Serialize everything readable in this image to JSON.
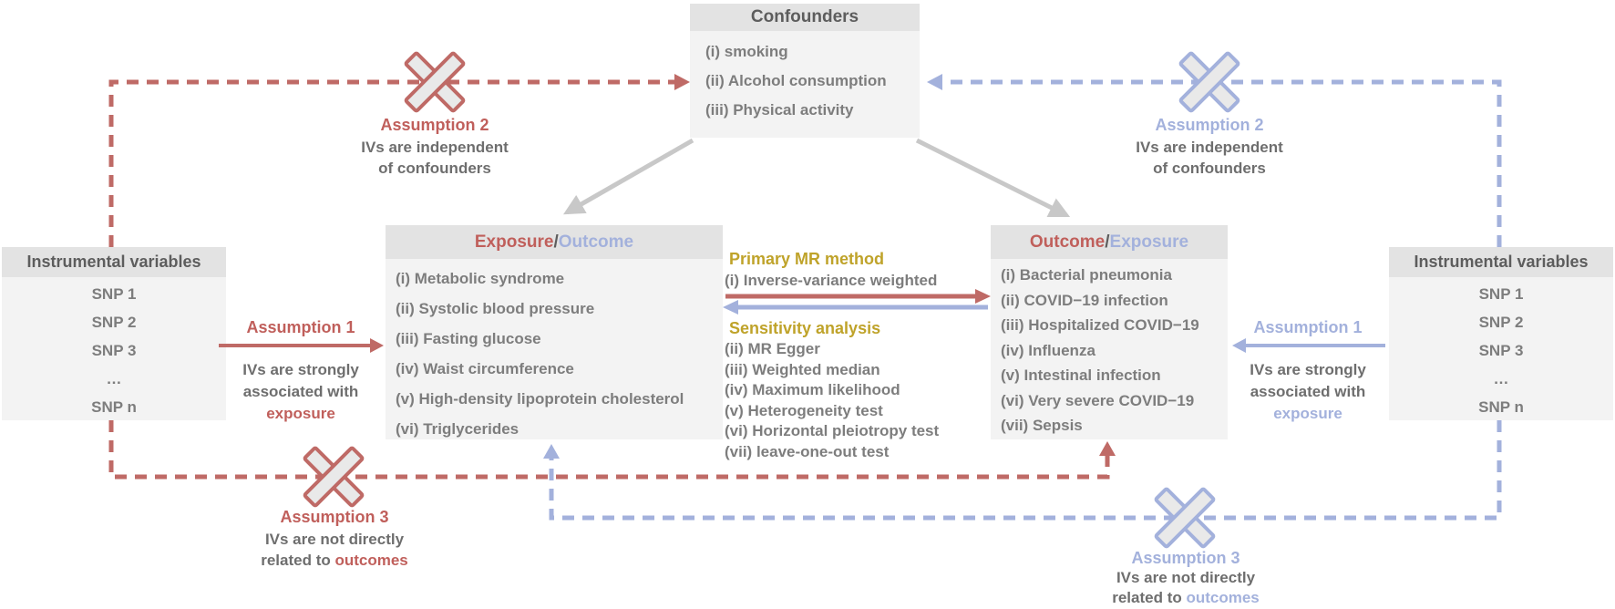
{
  "colors": {
    "red_line": "#bf6a66",
    "red_text": "#c05f5b",
    "blue": "#a3b1dc",
    "olive": "#bfa32a",
    "item_gray": "#7d7d7d",
    "header_gray": "#5d5d5d",
    "box_bg": "#f3f3f3",
    "header_bg": "#e3e3e3",
    "gray_arrow": "#c8c8c8"
  },
  "confounders": {
    "title": "Confounders",
    "items": [
      "(i) smoking",
      "(ii) Alcohol consumption",
      "(iii) Physical activity"
    ]
  },
  "iv_left": {
    "title": "Instrumental variables",
    "items": [
      "SNP 1",
      "SNP 2",
      "SNP 3",
      "…",
      "SNP n"
    ]
  },
  "iv_right": {
    "title": "Instrumental variables",
    "items": [
      "SNP 1",
      "SNP 2",
      "SNP 3",
      "…",
      "SNP n"
    ]
  },
  "exposure_box": {
    "title_left": "Exposure",
    "separator": " / ",
    "title_right": "Outcome",
    "items": [
      "(i) Metabolic syndrome",
      "(ii) Systolic blood pressure",
      "(iii) Fasting glucose",
      "(iv) Waist circumference",
      "(v) High-density lipoprotein cholesterol",
      "(vi) Triglycerides"
    ]
  },
  "outcome_box": {
    "title_left": "Outcome",
    "separator": " / ",
    "title_right": "Exposure",
    "items": [
      "(i) Bacterial pneumonia",
      "(ii) COVID−19 infection",
      "(iii) Hospitalized COVID−19",
      "(iv) Influenza",
      "(v) Intestinal infection",
      "(vi) Very severe COVID−19",
      "(vii) Sepsis"
    ]
  },
  "mr": {
    "primary_title": "Primary MR method",
    "primary_item": "(i) Inverse-variance weighted",
    "sensitivity_title": "Sensitivity analysis",
    "sensitivity_items": [
      "(ii)  MR Egger",
      "(iii) Weighted median",
      "(iv) Maximum likelihood",
      "(v) Heterogeneity test",
      "(vi) Horizontal pleiotropy test",
      "(vii) leave-one-out test"
    ]
  },
  "assumption1_left": {
    "title": "Assumption 1",
    "line1": "IVs are strongly",
    "line2": "associated with",
    "highlight": "exposure"
  },
  "assumption1_right": {
    "title": "Assumption 1",
    "line1": "IVs are strongly",
    "line2": "associated with",
    "highlight": "exposure"
  },
  "assumption2_left": {
    "title": "Assumption 2",
    "line1": "IVs are independent",
    "line2": "of confounders"
  },
  "assumption2_right": {
    "title": "Assumption 2",
    "line1": "IVs are independent",
    "line2": "of confounders"
  },
  "assumption3_left": {
    "title": "Assumption 3",
    "line1": "IVs are not directly",
    "line2_prefix": "related to ",
    "highlight": "outcomes"
  },
  "assumption3_right": {
    "title": "Assumption 3",
    "line1": "IVs are not directly",
    "line2_prefix": "related to ",
    "highlight": "outcomes"
  }
}
